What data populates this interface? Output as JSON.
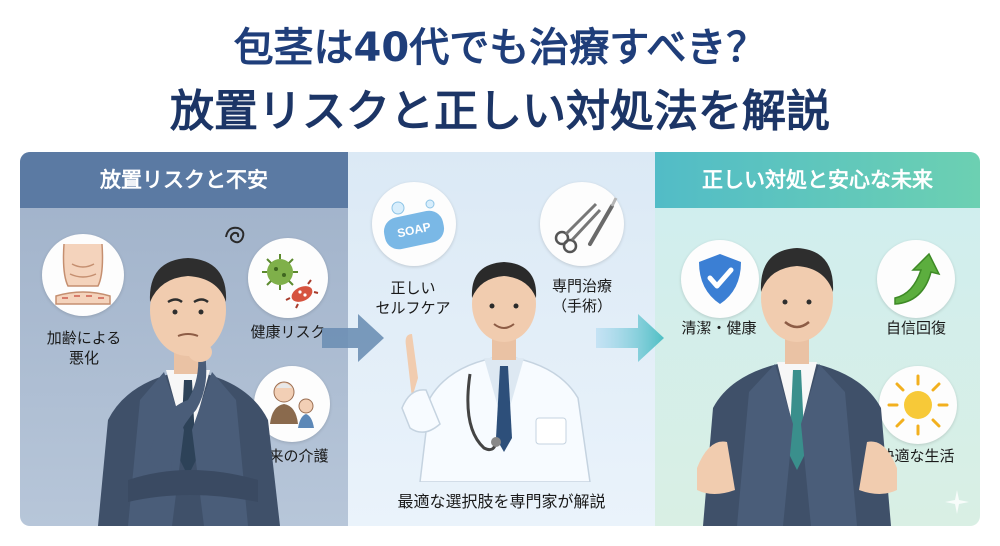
{
  "title": {
    "line1": "包茎は40代でも治療すべき？",
    "line2": "放置リスクと正しい対処法を解説"
  },
  "left": {
    "heading": "放置リスクと不安",
    "items": [
      "加齢による\n悪化",
      "健康リスク",
      "将来の介護"
    ]
  },
  "middle": {
    "items": [
      "正しい\nセルフケア",
      "専門治療\n（手術）"
    ],
    "soap_text": "SOAP",
    "caption": "最適な選択肢を専門家が解説"
  },
  "right": {
    "heading": "正しい対処と安心な未来",
    "items": [
      "清潔・健康",
      "自信回復",
      "快適な生活"
    ]
  },
  "colors": {
    "title": "#1f3e7a",
    "left_banner": "#5b7aa3",
    "right_banner": "#52bcc7"
  }
}
